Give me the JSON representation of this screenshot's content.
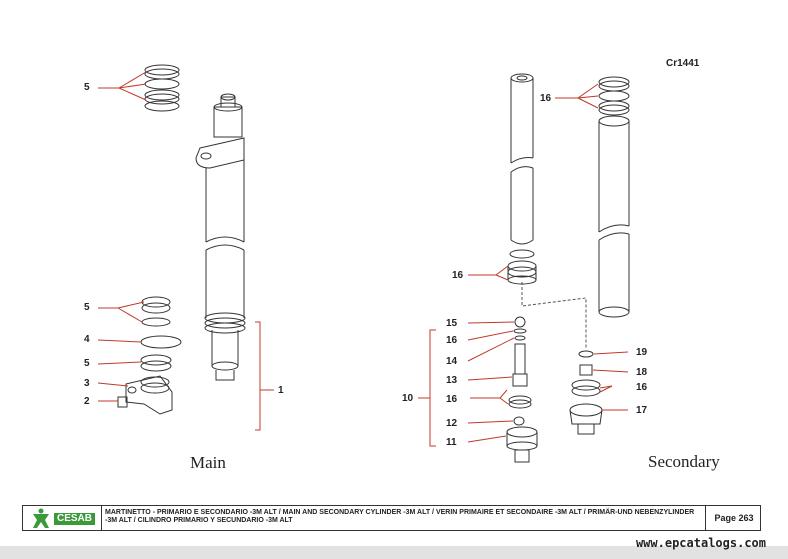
{
  "drawing_code": "Cr1441",
  "captions": {
    "main": "Main",
    "secondary": "Secondary"
  },
  "callouts": {
    "main": [
      "5",
      "5",
      "4",
      "5",
      "3",
      "2",
      "1"
    ],
    "secondary": [
      "16",
      "16",
      "15",
      "16",
      "14",
      "13",
      "10",
      "16",
      "12",
      "11",
      "19",
      "18",
      "16",
      "17"
    ]
  },
  "footer": {
    "logo_text": "CESAB",
    "title": "MARTINETTO - PRIMARIO E SECONDARIO -3M ALT / MAIN AND SECONDARY CYLINDER -3M ALT / VERIN PRIMAIRE ET SECONDAIRE -3M ALT / PRIMÄR-UND NEBENZYLINDER -3M ALT / CILINDRO PRIMARIO Y SECUNDARIO -3M ALT",
    "page": "Page 263"
  },
  "website": "www.epcatalogs.com",
  "colors": {
    "callout_line": "#c0392b",
    "logo_green": "#3a9a3a"
  }
}
